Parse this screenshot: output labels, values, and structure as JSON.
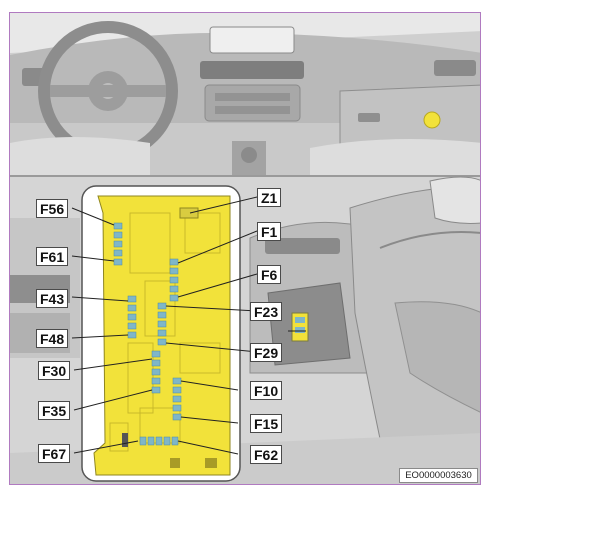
{
  "figure": {
    "reference_code": "EO0000003630",
    "accent_color": "#f2e23a",
    "fuse_color": "#7fb6c8",
    "border_color": "#b07ac0"
  },
  "callouts": {
    "F56": "F56",
    "F61": "F61",
    "F43": "F43",
    "F48": "F48",
    "F30": "F30",
    "F35": "F35",
    "F67": "F67",
    "Z1": "Z1",
    "F1": "F1",
    "F6": "F6",
    "F23": "F23",
    "F29": "F29",
    "F10": "F10",
    "F15": "F15",
    "F62": "F62"
  }
}
